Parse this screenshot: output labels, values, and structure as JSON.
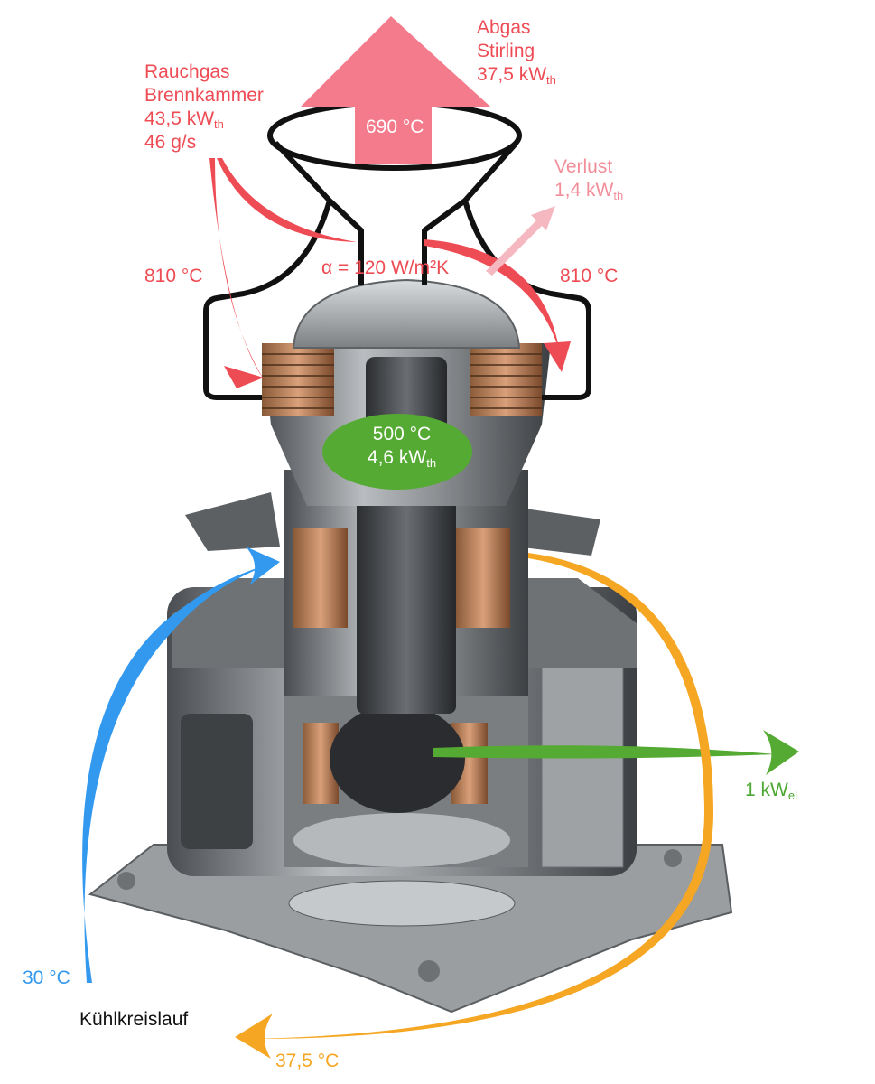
{
  "labels": {
    "abgas_title": "Abgas",
    "abgas_sub": "Stirling",
    "abgas_value": "37,5 kW",
    "abgas_value_sub": "th",
    "rauchgas_title": "Rauchgas",
    "rauchgas_sub": "Brennkammer",
    "rauchgas_value": "43,5 kW",
    "rauchgas_value_sub": "th",
    "rauchgas_mass": "46 g/s",
    "exhaust_temp": "690 °C",
    "verlust_title": "Verlust",
    "verlust_value": "1,4 kW",
    "verlust_value_sub": "th",
    "temp_left": "810 °C",
    "temp_right": "810 °C",
    "alpha": "α = 120 W/m²K",
    "heater_temp": "500 °C",
    "heater_power": "4,6 kW",
    "heater_power_sub": "th",
    "electric": "1 kW",
    "electric_sub": "el",
    "coolant_in": "30 °C",
    "coolant_label": "Kühlkreislauf",
    "coolant_out": "37,5 °C"
  },
  "colors": {
    "flue_gas": "#ee4c55",
    "exhaust_arrow": "#f47b8c",
    "loss": "#f5b8c0",
    "heat_input": "#55aa33",
    "coolant_in": "#3399ee",
    "coolant_out": "#f5a623",
    "metal": "#8a8e91"
  },
  "icons": {
    "exhaust": "up-arrow",
    "flows": "swoosh-arrow"
  }
}
